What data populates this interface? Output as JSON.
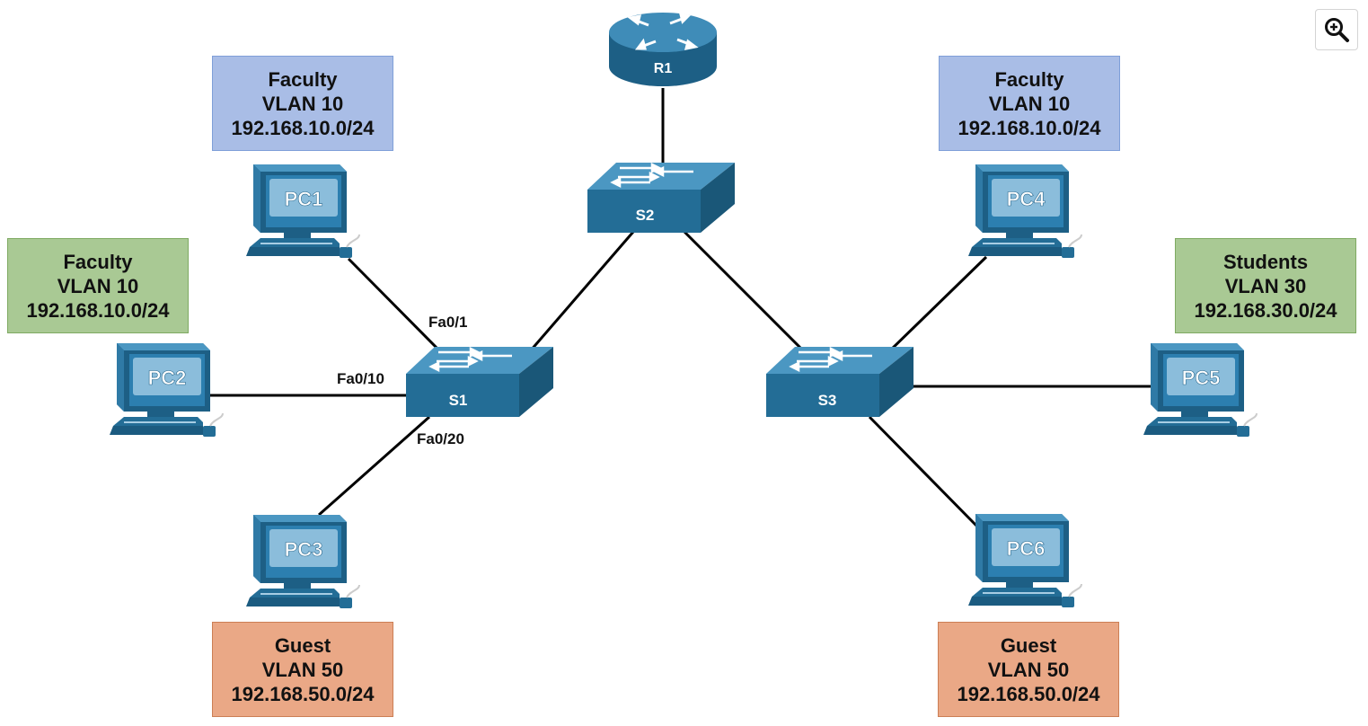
{
  "toolbar": {
    "zoom_icon": "zoom-in-icon"
  },
  "colors": {
    "device_blue": "#236d96",
    "device_top": "#3f8cb8",
    "faculty_blue": "#a9bde6",
    "faculty_green": "#a9c994",
    "students_green": "#a9c994",
    "guest_orange": "#eaa886",
    "link": "#000000"
  },
  "devices": {
    "r1": "R1",
    "s1": "S1",
    "s2": "S2",
    "s3": "S3",
    "pc1": "PC1",
    "pc2": "PC2",
    "pc3": "PC3",
    "pc4": "PC4",
    "pc5": "PC5",
    "pc6": "PC6"
  },
  "ports": {
    "fa0_1": "Fa0/1",
    "fa0_10": "Fa0/10",
    "fa0_20": "Fa0/20"
  },
  "vlans": {
    "pc1": {
      "name": "Faculty",
      "vlan": "VLAN 10",
      "subnet": "192.168.10.0/24"
    },
    "pc2": {
      "name": "Faculty",
      "vlan": "VLAN 10",
      "subnet": "192.168.10.0/24"
    },
    "pc3": {
      "name": "Guest",
      "vlan": "VLAN 50",
      "subnet": "192.168.50.0/24"
    },
    "pc4": {
      "name": "Faculty",
      "vlan": "VLAN 10",
      "subnet": "192.168.10.0/24"
    },
    "pc5": {
      "name": "Students",
      "vlan": "VLAN 30",
      "subnet": "192.168.30.0/24"
    },
    "pc6": {
      "name": "Guest",
      "vlan": "VLAN 50",
      "subnet": "192.168.50.0/24"
    }
  }
}
